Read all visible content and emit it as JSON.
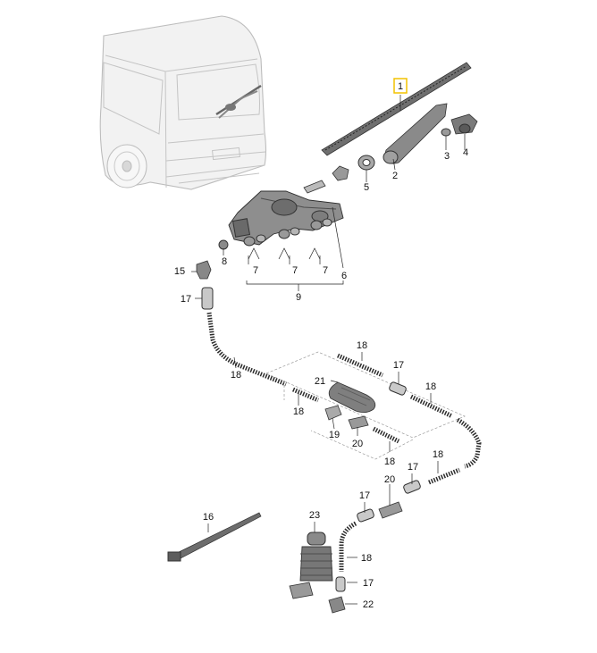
{
  "callouts": {
    "c1": "1",
    "c2": "2",
    "c3": "3",
    "c4": "4",
    "c5": "5",
    "c6": "6",
    "c7": "7",
    "c8": "8",
    "c9": "9",
    "c15": "15",
    "c16": "16",
    "c17": "17",
    "c18": "18",
    "c19": "19",
    "c20": "20",
    "c21": "21",
    "c22": "22",
    "c23": "23"
  },
  "highlight_color": "#f2c200"
}
